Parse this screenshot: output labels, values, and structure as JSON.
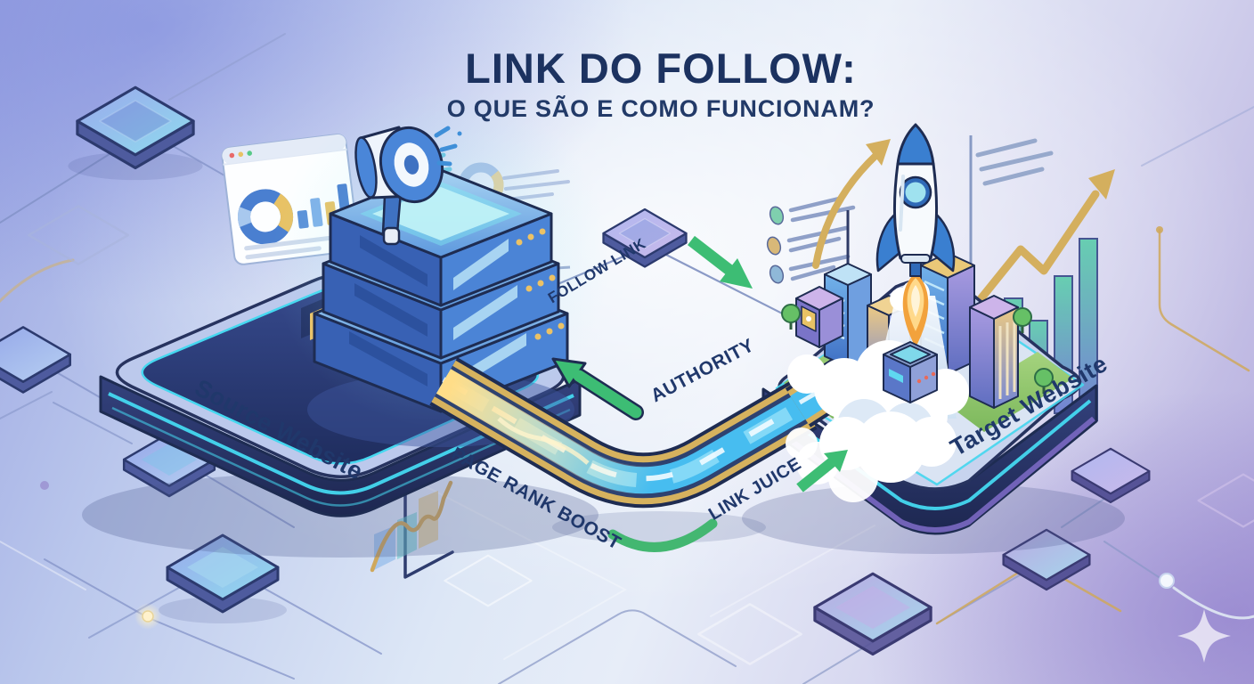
{
  "header": {
    "title": "LINK DO FOLLOW:",
    "subtitle": "O QUE SÃO E COMO FUNCIONAM?"
  },
  "nodes": {
    "source": {
      "label": "Source Website"
    },
    "target": {
      "label": "Target Website"
    }
  },
  "flow_labels": {
    "follow_link": "FOLLOW LINK",
    "authority": "AUTHORITY",
    "page_rank_boost": "PAGE RANK BOOST",
    "link_juice": "LINK JUICE"
  },
  "colors": {
    "title_navy": "#1c3260",
    "label_navy": "#20386b",
    "arrow_green": "#3dbd74",
    "gold_accent": "#d4af5e",
    "water_blue": "#47bdf0",
    "platform_navy": "#2b3a70",
    "server_blue": "#4a86d8",
    "glow_cyan": "#45d8f0",
    "background_top_left": "#9ba5e2",
    "background_bottom_right": "#b2a9dc"
  },
  "icons": [
    "megaphone-icon",
    "server-stack-icon",
    "browser-window-icon",
    "donut-chart-icon",
    "bar-chart-icon",
    "line-chart-icon",
    "checklist-icon",
    "rocket-icon",
    "city-buildings-icon",
    "tree-icon",
    "growth-arrow-icon",
    "zigzag-arrow-icon",
    "green-arrow-icon",
    "chip-node-icon",
    "sparkle-icon",
    "cloud-icon"
  ]
}
